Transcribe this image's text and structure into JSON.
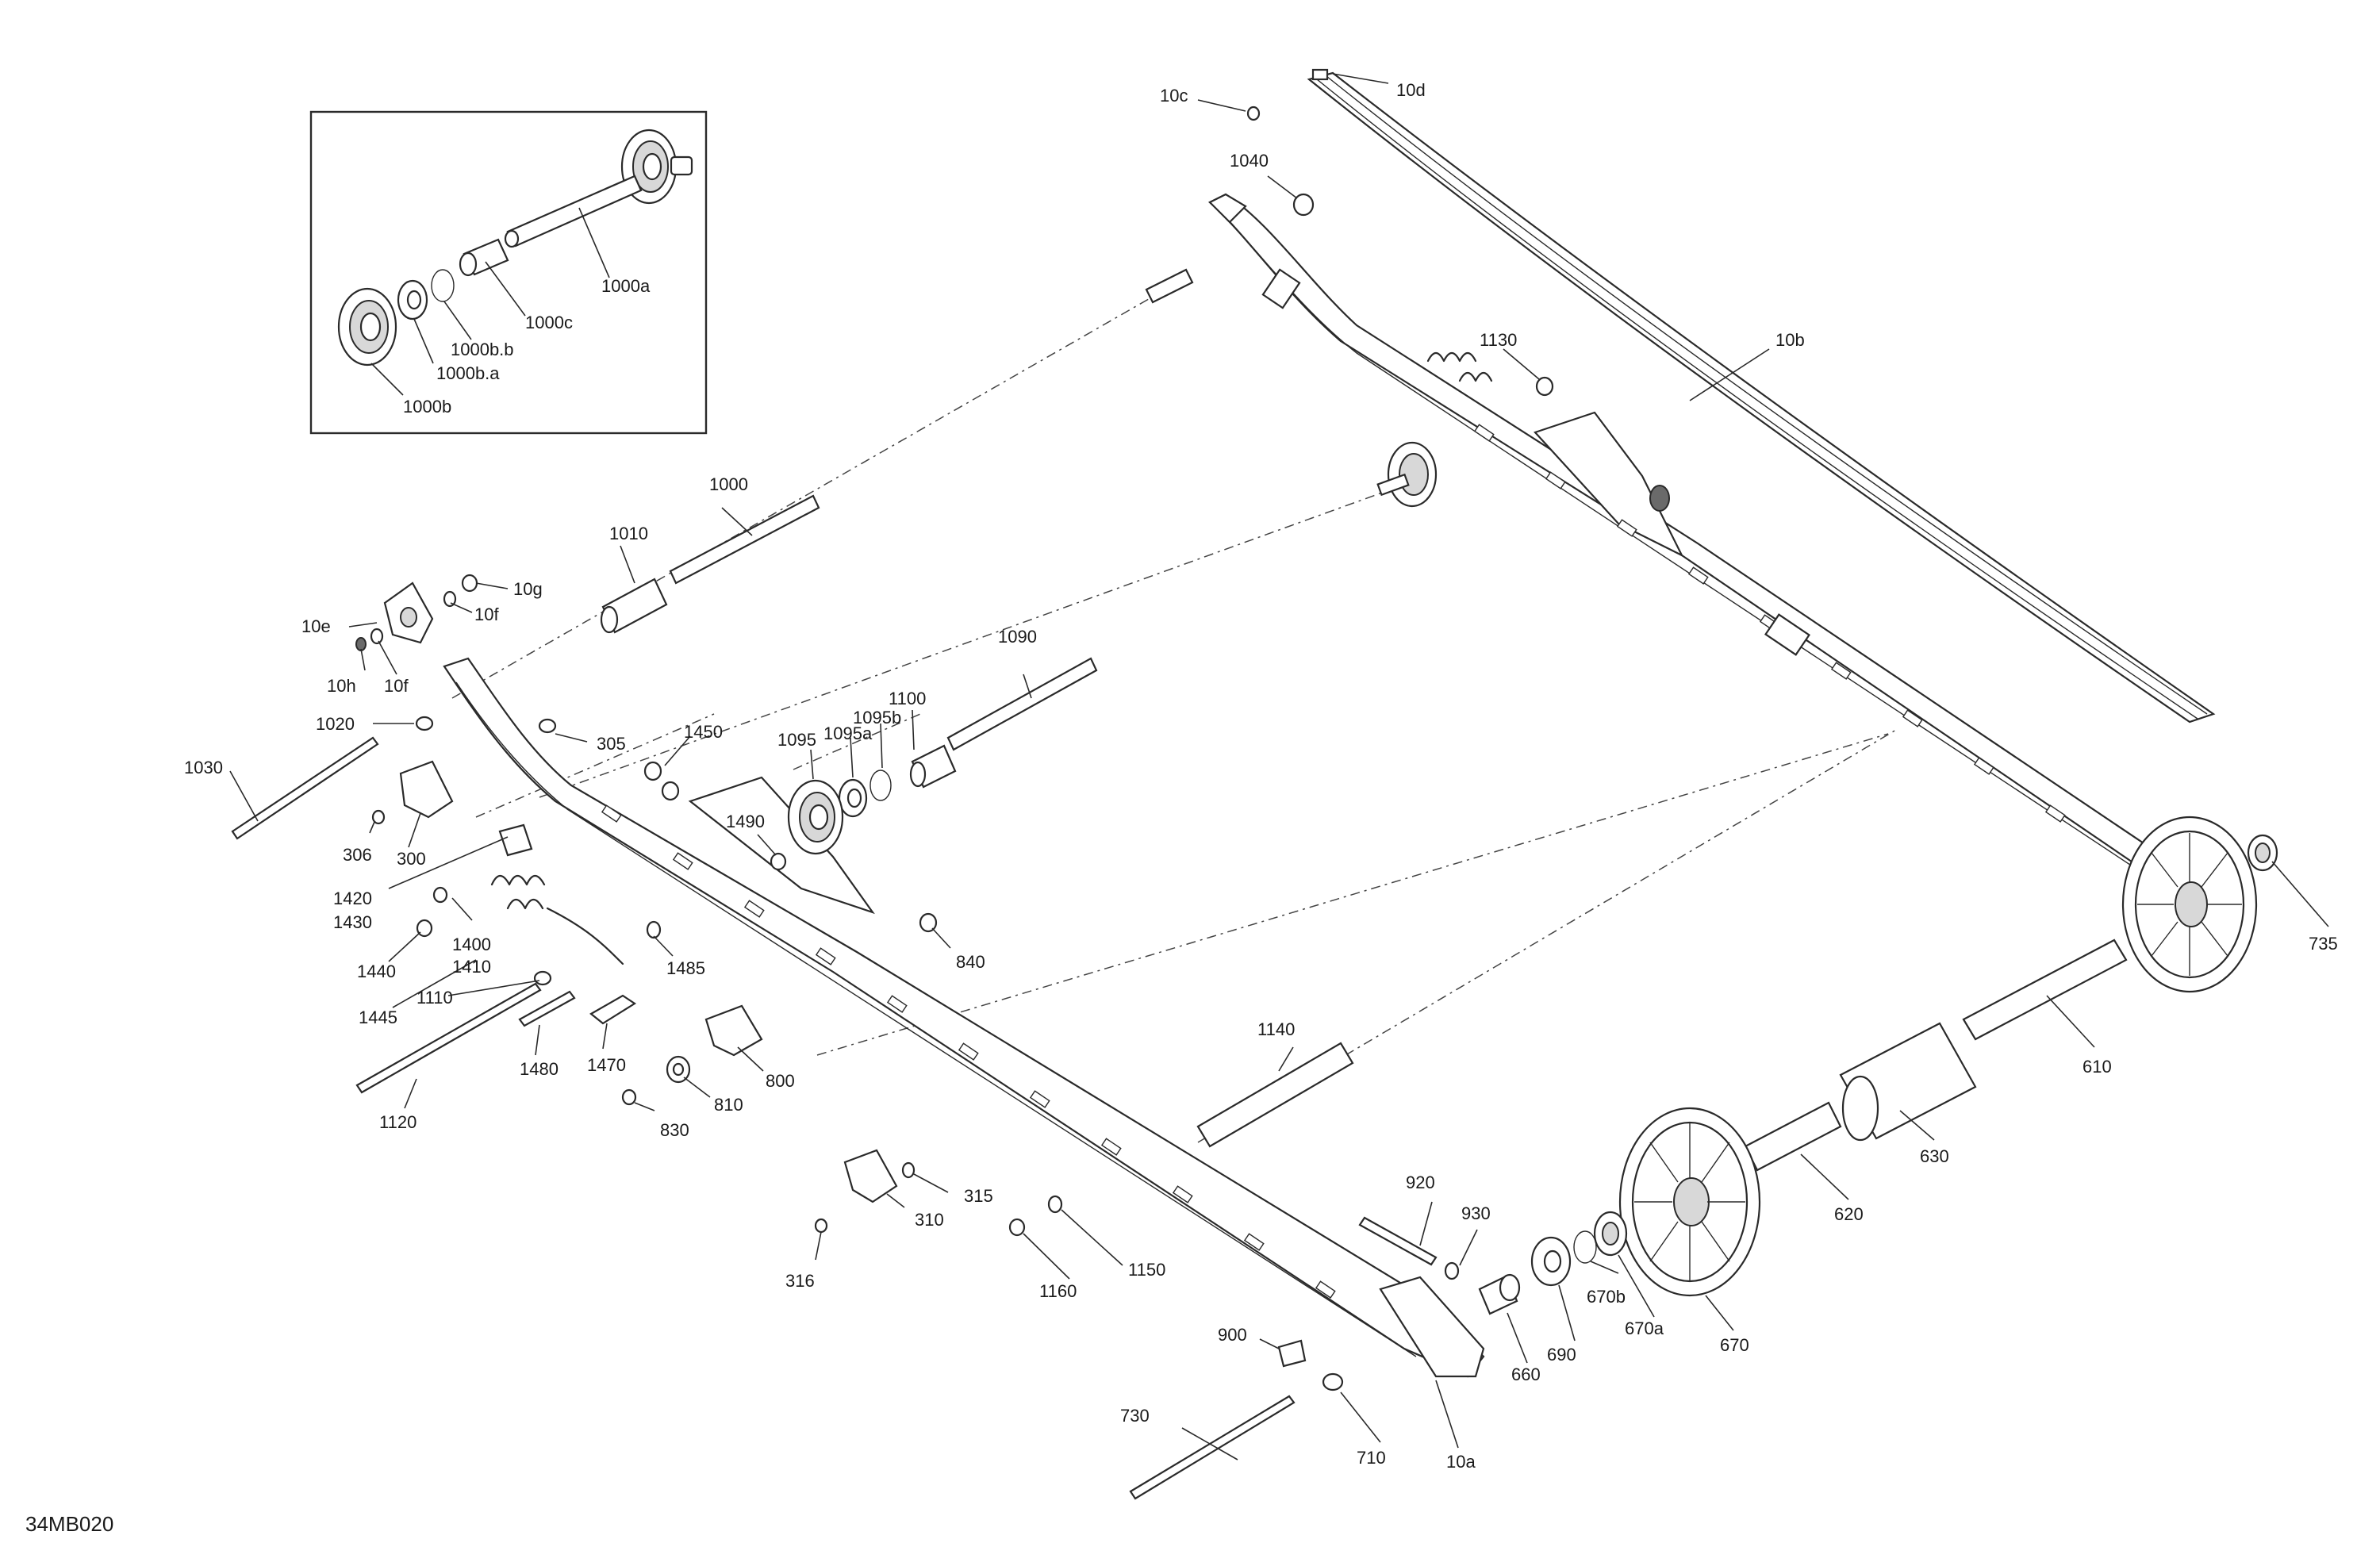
{
  "diagram_code": "34MB020",
  "labels": {
    "l10c": "10c",
    "l10d": "10d",
    "l1040": "1040",
    "l10b": "10b",
    "l1130": "1130",
    "l1000a": "1000a",
    "l1000c": "1000c",
    "l1000bb": "1000b.b",
    "l1000ba": "1000b.a",
    "l1000b": "1000b",
    "l1000": "1000",
    "l1010": "1010",
    "l10g": "10g",
    "l10e": "10e",
    "l10f1": "10f",
    "l10h": "10h",
    "l10f2": "10f",
    "l1020": "1020",
    "l305": "305",
    "l1450": "1450",
    "l1090": "1090",
    "l1100": "1100",
    "l1095b": "1095b",
    "l1095a": "1095a",
    "l1095": "1095",
    "l1030": "1030",
    "l306": "306",
    "l300": "300",
    "l1490": "1490",
    "l1420": "1420",
    "l1430": "1430",
    "l1440": "1440",
    "l1400": "1400",
    "l1410": "1410",
    "l1445": "1445",
    "l1110": "1110",
    "l1485": "1485",
    "l840": "840",
    "l1480": "1480",
    "l1470": "1470",
    "l800": "800",
    "l1120": "1120",
    "l810": "810",
    "l830": "830",
    "l1140": "1140",
    "l735": "735",
    "l610": "610",
    "l630": "630",
    "l620": "620",
    "l315": "315",
    "l310": "310",
    "l316": "316",
    "l1160": "1160",
    "l1150": "1150",
    "l920": "920",
    "l930": "930",
    "l670b": "670b",
    "l670a": "670a",
    "l670": "670",
    "l690": "690",
    "l660": "660",
    "l900": "900",
    "l730": "730",
    "l710": "710",
    "l10a": "10a"
  }
}
